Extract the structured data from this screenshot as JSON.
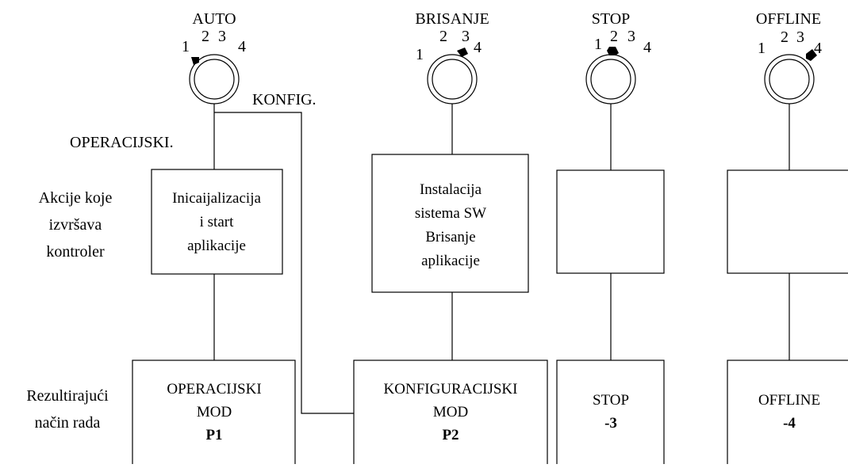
{
  "switches": [
    {
      "title": "AUTO",
      "positions": [
        "1",
        "2",
        "3",
        "4"
      ],
      "selected": "1"
    },
    {
      "title": "BRISANJE",
      "positions": [
        "1",
        "2",
        "3",
        "4"
      ],
      "selected": "3"
    },
    {
      "title": "STOP",
      "positions": [
        "1",
        "2",
        "3",
        "4"
      ],
      "selected": "2"
    },
    {
      "title": "OFFLINE",
      "positions": [
        "1",
        "2",
        "3",
        "4"
      ],
      "selected": "4"
    }
  ],
  "branch_labels": {
    "konfig": "KONFIG.",
    "operacijski": "OPERACIJSKI."
  },
  "row_labels": {
    "actions": [
      "Akcije koje",
      "izvršava",
      "kontroler"
    ],
    "result": [
      "Rezultirajući",
      "način rada"
    ]
  },
  "action_boxes": [
    [
      "Inicaijalizacija",
      "i start",
      "aplikacije"
    ],
    [
      "Instalacija",
      "sistema SW",
      "Brisanje",
      "aplikacije"
    ],
    [],
    []
  ],
  "mode_boxes": [
    {
      "lines": [
        "OPERACIJSKI",
        "MOD"
      ],
      "code": "P1"
    },
    {
      "lines": [
        "KONFIGURACIJSKI",
        "MOD"
      ],
      "code": "P2"
    },
    {
      "lines": [
        "STOP"
      ],
      "code": "-3"
    },
    {
      "lines": [
        "OFFLINE"
      ],
      "code": "-4"
    }
  ]
}
